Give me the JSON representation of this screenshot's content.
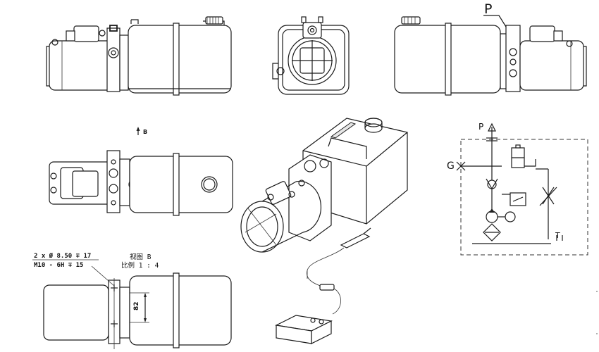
{
  "labels": {
    "port_p_top": "P",
    "view_arrow": "B",
    "hole_spec_line1": "2 x Ø 8.50 ∓ 17",
    "hole_spec_line2": "M10 - 6H ∓ 15",
    "view_title": "视图 B",
    "view_scale": "比例 1 : 4",
    "dimension_82": "82"
  },
  "schematic": {
    "port_p": "P",
    "port_g": "G",
    "port_t": "T"
  }
}
